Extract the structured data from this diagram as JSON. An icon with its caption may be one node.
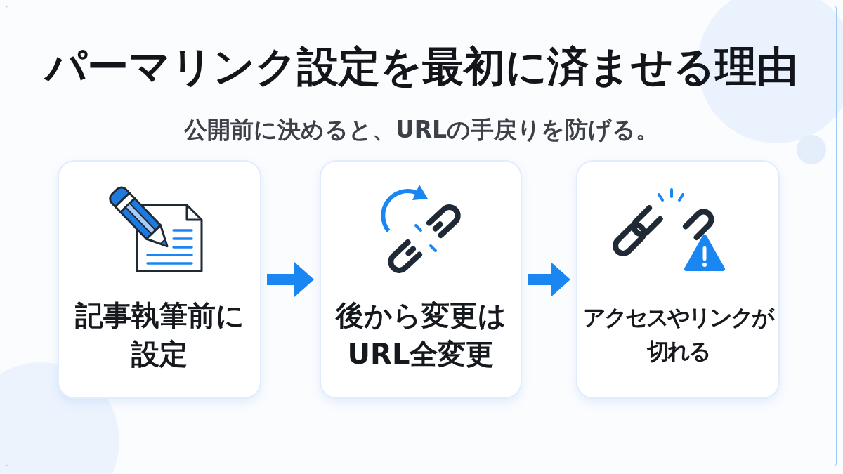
{
  "diagram": {
    "title": "パーマリンク設定を最初に済ませる理由",
    "nodes": [
      {
        "text": [
          "記事執筆前に設定"
        ]
      },
      {
        "text": [
          "後から変更はURL全変更"
        ]
      },
      {
        "text": [
          "アクセスやリンクが切れる"
        ]
      }
    ],
    "edges": [
      {
        "from": 0,
        "to": 1,
        "arrow": "to"
      },
      {
        "from": 1,
        "to": 2,
        "arrow": "to"
      }
    ],
    "labels": [
      "公開前に決めると、URLの手戻りを防げる。"
    ]
  }
}
